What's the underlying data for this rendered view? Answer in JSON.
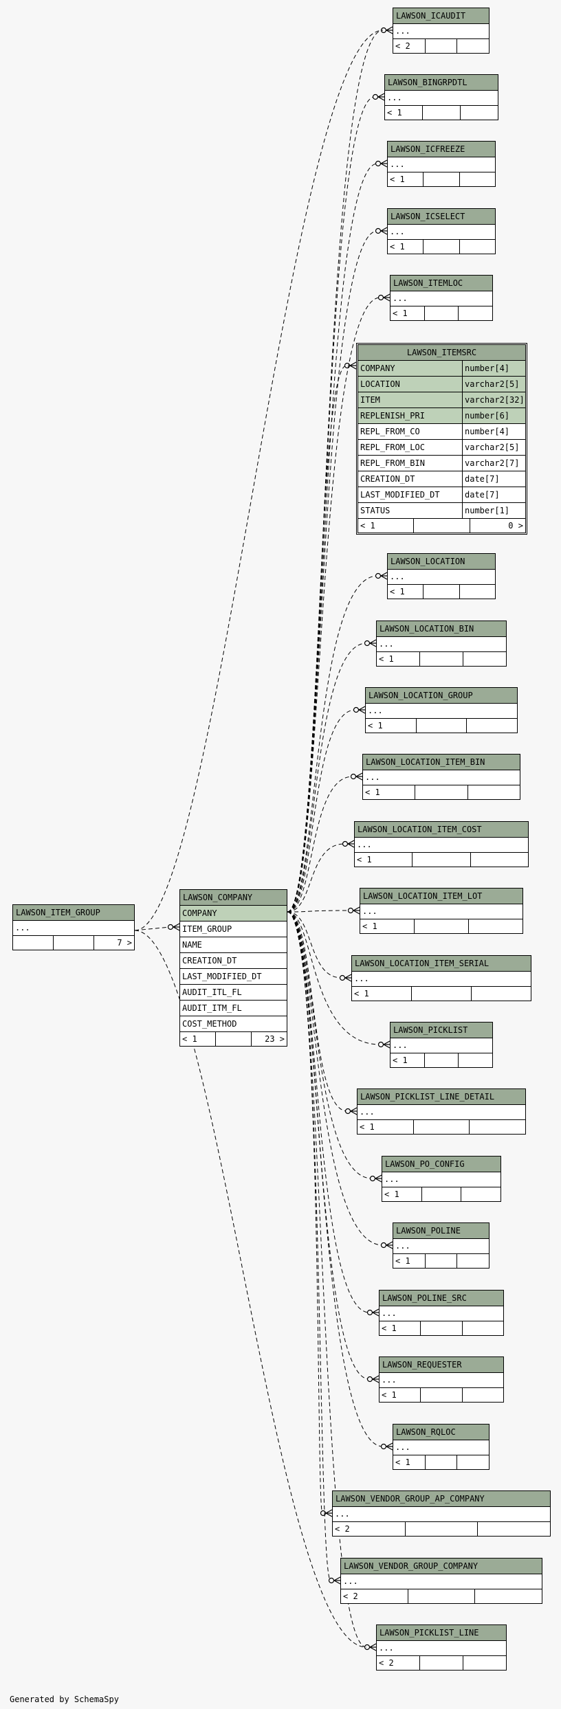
{
  "footer_text": "Generated by SchemaSpy",
  "colors": {
    "header": "#9bab96",
    "pk": "#bed1b8",
    "background": "#f7f7f7"
  },
  "tables": {
    "item_group": {
      "name": "LAWSON_ITEM_GROUP",
      "dots": "...",
      "children": "7 >"
    },
    "company": {
      "name": "LAWSON_COMPANY",
      "columns": [
        "COMPANY",
        "ITEM_GROUP",
        "NAME",
        "CREATION_DT",
        "LAST_MODIFIED_DT",
        "AUDIT_ITL_FL",
        "AUDIT_ITM_FL",
        "COST_METHOD"
      ],
      "parents": "< 1",
      "children": "23 >"
    },
    "itemsrc": {
      "name": "LAWSON_ITEMSRC",
      "columns": [
        {
          "name": "COMPANY",
          "type": "number[4]"
        },
        {
          "name": "LOCATION",
          "type": "varchar2[5]"
        },
        {
          "name": "ITEM",
          "type": "varchar2[32]"
        },
        {
          "name": "REPLENISH_PRI",
          "type": "number[6]"
        },
        {
          "name": "REPL_FROM_CO",
          "type": "number[4]"
        },
        {
          "name": "REPL_FROM_LOC",
          "type": "varchar2[5]"
        },
        {
          "name": "REPL_FROM_BIN",
          "type": "varchar2[7]"
        },
        {
          "name": "CREATION_DT",
          "type": "date[7]"
        },
        {
          "name": "LAST_MODIFIED_DT",
          "type": "date[7]"
        },
        {
          "name": "STATUS",
          "type": "number[1]"
        }
      ],
      "parents": "< 1",
      "children": "0 >"
    },
    "icaudit": {
      "name": "LAWSON_ICAUDIT",
      "dots": "...",
      "parents": "< 2"
    },
    "bingrpdtl": {
      "name": "LAWSON_BINGRPDTL",
      "dots": "...",
      "parents": "< 1"
    },
    "icfreeze": {
      "name": "LAWSON_ICFREEZE",
      "dots": "...",
      "parents": "< 1"
    },
    "icselect": {
      "name": "LAWSON_ICSELECT",
      "dots": "...",
      "parents": "< 1"
    },
    "itemloc": {
      "name": "LAWSON_ITEMLOC",
      "dots": "...",
      "parents": "< 1"
    },
    "location": {
      "name": "LAWSON_LOCATION",
      "dots": "...",
      "parents": "< 1"
    },
    "location_bin": {
      "name": "LAWSON_LOCATION_BIN",
      "dots": "...",
      "parents": "< 1"
    },
    "location_group": {
      "name": "LAWSON_LOCATION_GROUP",
      "dots": "...",
      "parents": "< 1"
    },
    "location_item_bin": {
      "name": "LAWSON_LOCATION_ITEM_BIN",
      "dots": "...",
      "parents": "< 1"
    },
    "location_item_cost": {
      "name": "LAWSON_LOCATION_ITEM_COST",
      "dots": "...",
      "parents": "< 1"
    },
    "location_item_lot": {
      "name": "LAWSON_LOCATION_ITEM_LOT",
      "dots": "...",
      "parents": "< 1"
    },
    "location_item_serial": {
      "name": "LAWSON_LOCATION_ITEM_SERIAL",
      "dots": "...",
      "parents": "< 1"
    },
    "picklist": {
      "name": "LAWSON_PICKLIST",
      "dots": "...",
      "parents": "< 1"
    },
    "picklist_line_detail": {
      "name": "LAWSON_PICKLIST_LINE_DETAIL",
      "dots": "...",
      "parents": "< 1"
    },
    "po_config": {
      "name": "LAWSON_PO_CONFIG",
      "dots": "...",
      "parents": "< 1"
    },
    "poline": {
      "name": "LAWSON_POLINE",
      "dots": "...",
      "parents": "< 1"
    },
    "poline_src": {
      "name": "LAWSON_POLINE_SRC",
      "dots": "...",
      "parents": "< 1"
    },
    "requester": {
      "name": "LAWSON_REQUESTER",
      "dots": "...",
      "parents": "< 1"
    },
    "rqloc": {
      "name": "LAWSON_RQLOC",
      "dots": "...",
      "parents": "< 1"
    },
    "vendor_group_ap_company": {
      "name": "LAWSON_VENDOR_GROUP_AP_COMPANY",
      "dots": "...",
      "parents": "< 2"
    },
    "vendor_group_company": {
      "name": "LAWSON_VENDOR_GROUP_COMPANY",
      "dots": "...",
      "parents": "< 2"
    },
    "picklist_line": {
      "name": "LAWSON_PICKLIST_LINE",
      "dots": "...",
      "parents": "< 2"
    }
  }
}
